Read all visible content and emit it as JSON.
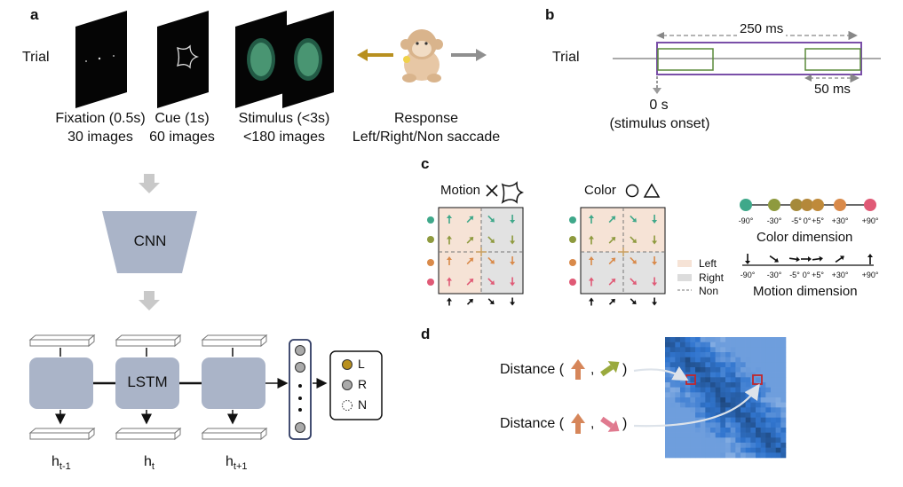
{
  "panels": {
    "a": "a",
    "b": "b",
    "c": "c",
    "d": "d"
  },
  "panel_a": {
    "trial_label": "Trial",
    "stages": [
      {
        "line1": "Fixation (0.5s)",
        "line2": "30 images"
      },
      {
        "line1": "Cue (1s)",
        "line2": "60 images"
      },
      {
        "line1": "Stimulus (<3s)",
        "line2": "<180 images"
      },
      {
        "line1": "Response",
        "line2": "Left/Right/Non saccade"
      }
    ],
    "cnn_label": "CNN",
    "lstm_label": "LSTM",
    "hidden_labels": [
      {
        "base": "h",
        "sub": "t-1"
      },
      {
        "base": "h",
        "sub": "t"
      },
      {
        "base": "h",
        "sub": "t+1"
      }
    ],
    "outputs": [
      "L",
      "R",
      "N"
    ],
    "colors": {
      "left": "#b8901f",
      "right": "#8f8f8f",
      "box": "#aab4c8",
      "vector": "#2f3b63"
    }
  },
  "panel_b": {
    "trial_label": "Trial",
    "duration_label": "250 ms",
    "window_label": "50 ms",
    "onset_line1": "0 s",
    "onset_line2": "(stimulus onset)",
    "colors": {
      "outer": "#7a4fa8",
      "window": "#5a8a3a"
    }
  },
  "panel_c": {
    "motion_title": "Motion",
    "color_title": "Color",
    "legend": {
      "left": "Left",
      "right": "Right",
      "non": "Non"
    },
    "color_dimension": {
      "title": "Color dimension",
      "ticks": [
        "-90°",
        "-30°",
        "-5°",
        "0°",
        "+5°",
        "+30°",
        "+90°"
      ],
      "dot_colors": [
        "#3fa88a",
        "#8e9a3e",
        "#a58a3a",
        "#b4883a",
        "#bf8a3a",
        "#d98a4a",
        "#e05a76"
      ]
    },
    "motion_dimension": {
      "title": "Motion dimension",
      "ticks": [
        "-90°",
        "-30°",
        "-5°",
        "0°",
        "+5°",
        "+30°",
        "+90°"
      ]
    },
    "colors": {
      "left_fill": "#f6e3d6",
      "right_fill": "#dcdcdc",
      "non_line": "#777777"
    }
  },
  "panel_d": {
    "distance_label": "Distance (",
    "comma": ",",
    "close_paren": ")",
    "arrow_colors": [
      "#d6865a",
      "#9aaa3e",
      "#e07a8f"
    ],
    "marker_color": "#c0272d"
  }
}
